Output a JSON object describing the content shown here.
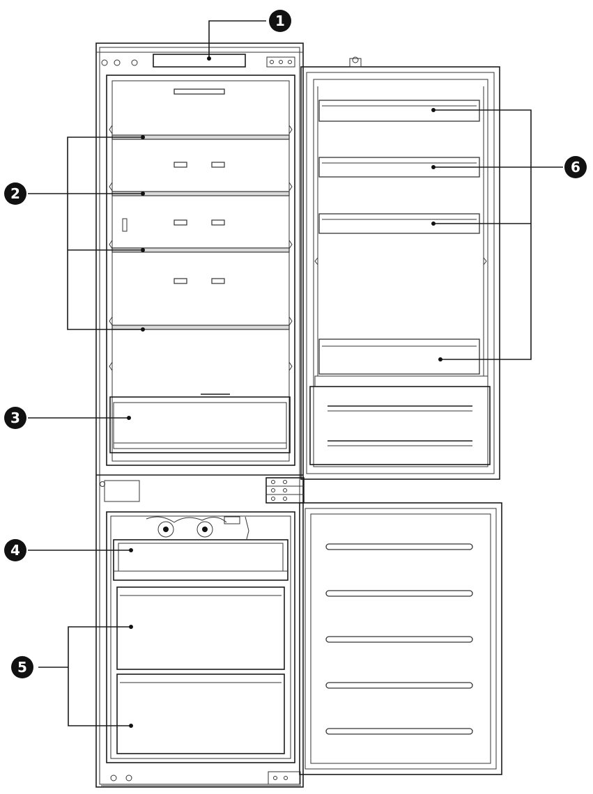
{
  "callouts": [
    {
      "id": "1",
      "label": "1"
    },
    {
      "id": "2",
      "label": "2"
    },
    {
      "id": "3",
      "label": "3"
    },
    {
      "id": "4",
      "label": "4"
    },
    {
      "id": "5",
      "label": "5"
    },
    {
      "id": "6",
      "label": "6"
    }
  ],
  "colors": {
    "outline": "#1a1a1a",
    "badge": "#111111",
    "background": "#ffffff"
  }
}
